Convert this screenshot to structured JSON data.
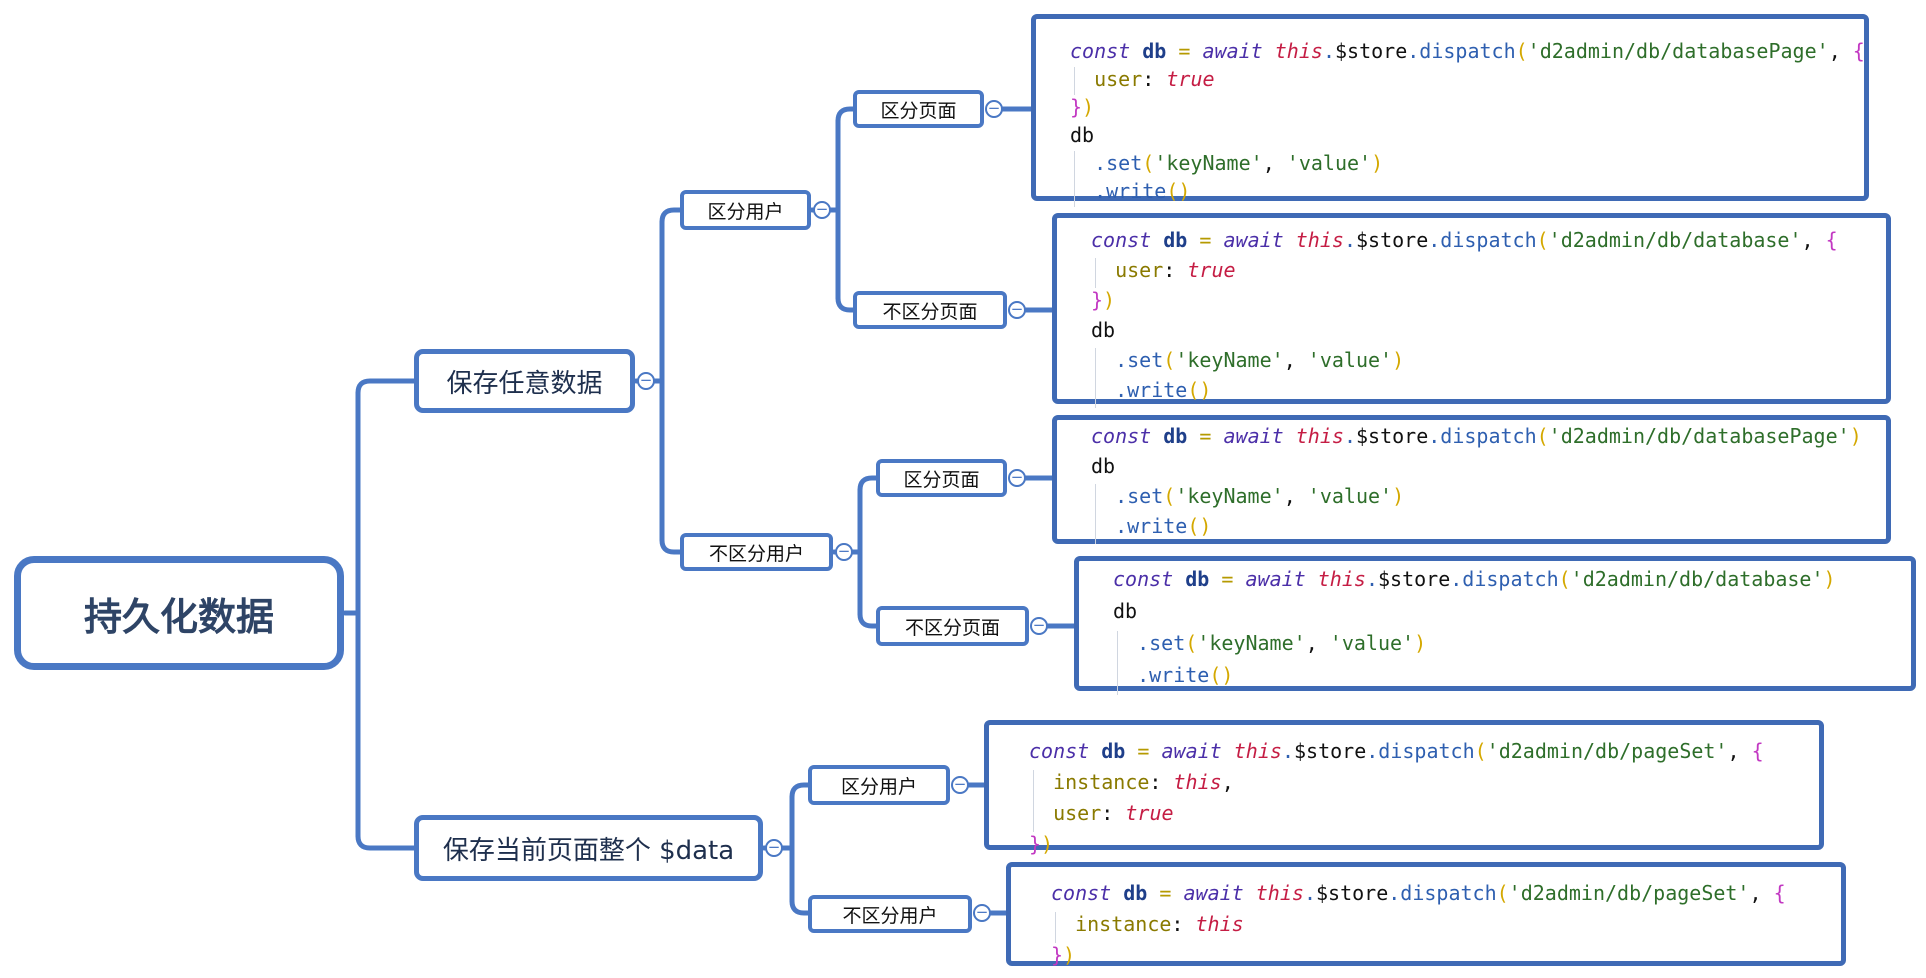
{
  "mindmap": {
    "root": {
      "label": "持久化数据"
    },
    "branches": [
      {
        "label": "保存任意数据",
        "children": [
          {
            "label": "区分用户",
            "children": [
              {
                "label": "区分页面",
                "code": "const db = await this.$store.dispatch('d2admin/db/databasePage', {\n  user: true\n})\ndb\n  .set('keyName', 'value')\n  .write()"
              },
              {
                "label": "不区分页面",
                "code": "const db = await this.$store.dispatch('d2admin/db/database', {\n  user: true\n})\ndb\n  .set('keyName', 'value')\n  .write()"
              }
            ]
          },
          {
            "label": "不区分用户",
            "children": [
              {
                "label": "区分页面",
                "code": "const db = await this.$store.dispatch('d2admin/db/databasePage')\ndb\n  .set('keyName', 'value')\n  .write()"
              },
              {
                "label": "不区分页面",
                "code": "const db = await this.$store.dispatch('d2admin/db/database')\ndb\n  .set('keyName', 'value')\n  .write()"
              }
            ]
          }
        ]
      },
      {
        "label": "保存当前页面整个 $data",
        "children": [
          {
            "label": "区分用户",
            "code": "const db = await this.$store.dispatch('d2admin/db/pageSet', {\n  instance: this,\n  user: true\n})"
          },
          {
            "label": "不区分用户",
            "code": "const db = await this.$store.dispatch('d2admin/db/pageSet', {\n  instance: this\n})"
          }
        ]
      }
    ]
  },
  "colors": {
    "connector": "#4a78c4",
    "node_border": "#4a78c4",
    "code_border": "#3f6ab5",
    "root_text": "#2e4466"
  },
  "icons": {
    "collapse": "collapse-minus-icon"
  }
}
